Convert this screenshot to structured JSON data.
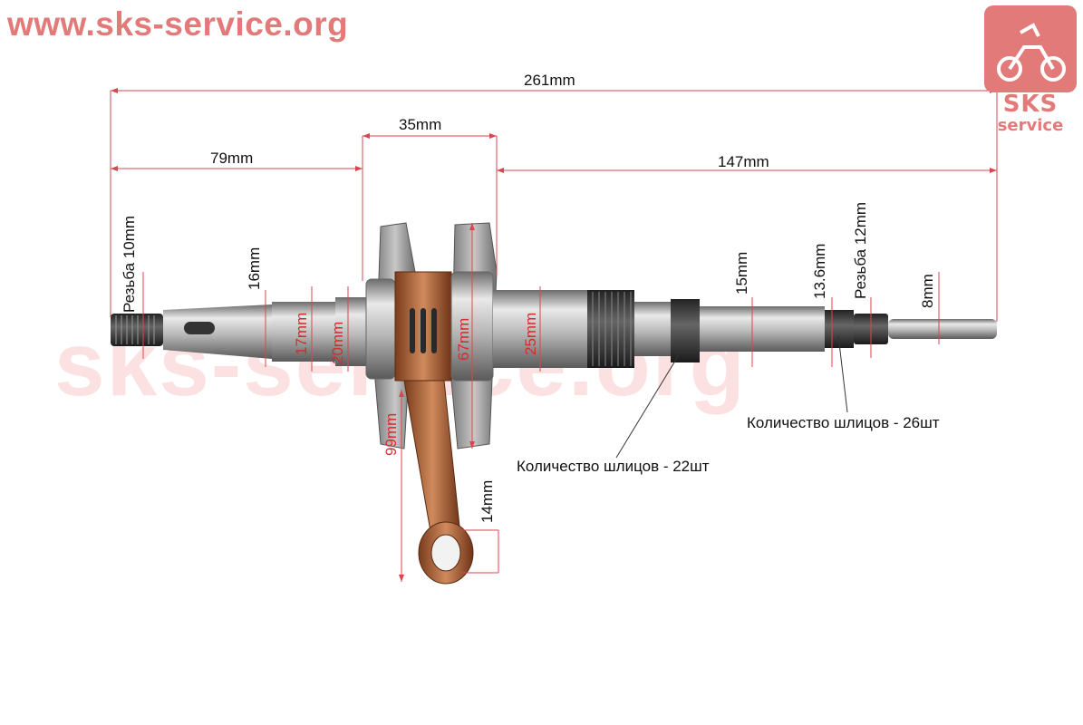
{
  "watermark": {
    "site_url": "www.sks-service.org",
    "background_text": "sks-service.org",
    "logo_sks": "SKS",
    "logo_service": "service",
    "color": "#e37a7a"
  },
  "dimensions": {
    "total_length": "261mm",
    "left_shaft_length": "79mm",
    "crank_width": "35mm",
    "right_shaft_length": "147mm",
    "left_thread": "Резьба 10mm",
    "left_diameter_16": "16mm",
    "diameter_17": "17mm",
    "diameter_20": "20mm",
    "crank_web_diameter": "67mm",
    "right_bearing_diameter": "25mm",
    "rod_length": "99mm",
    "small_end": "14mm",
    "right_diameter_15": "15mm",
    "right_diameter_13_6": "13.6mm",
    "right_thread": "Резьба 12mm",
    "end_diameter": "8mm"
  },
  "callouts": {
    "splines_22": "Количество шлицов - 22шт",
    "splines_26": "Количество шлицов - 26шт"
  },
  "colors": {
    "dimension_line": "#d9464e",
    "steel": "#a8a8a8",
    "copper": "#b5673f"
  }
}
